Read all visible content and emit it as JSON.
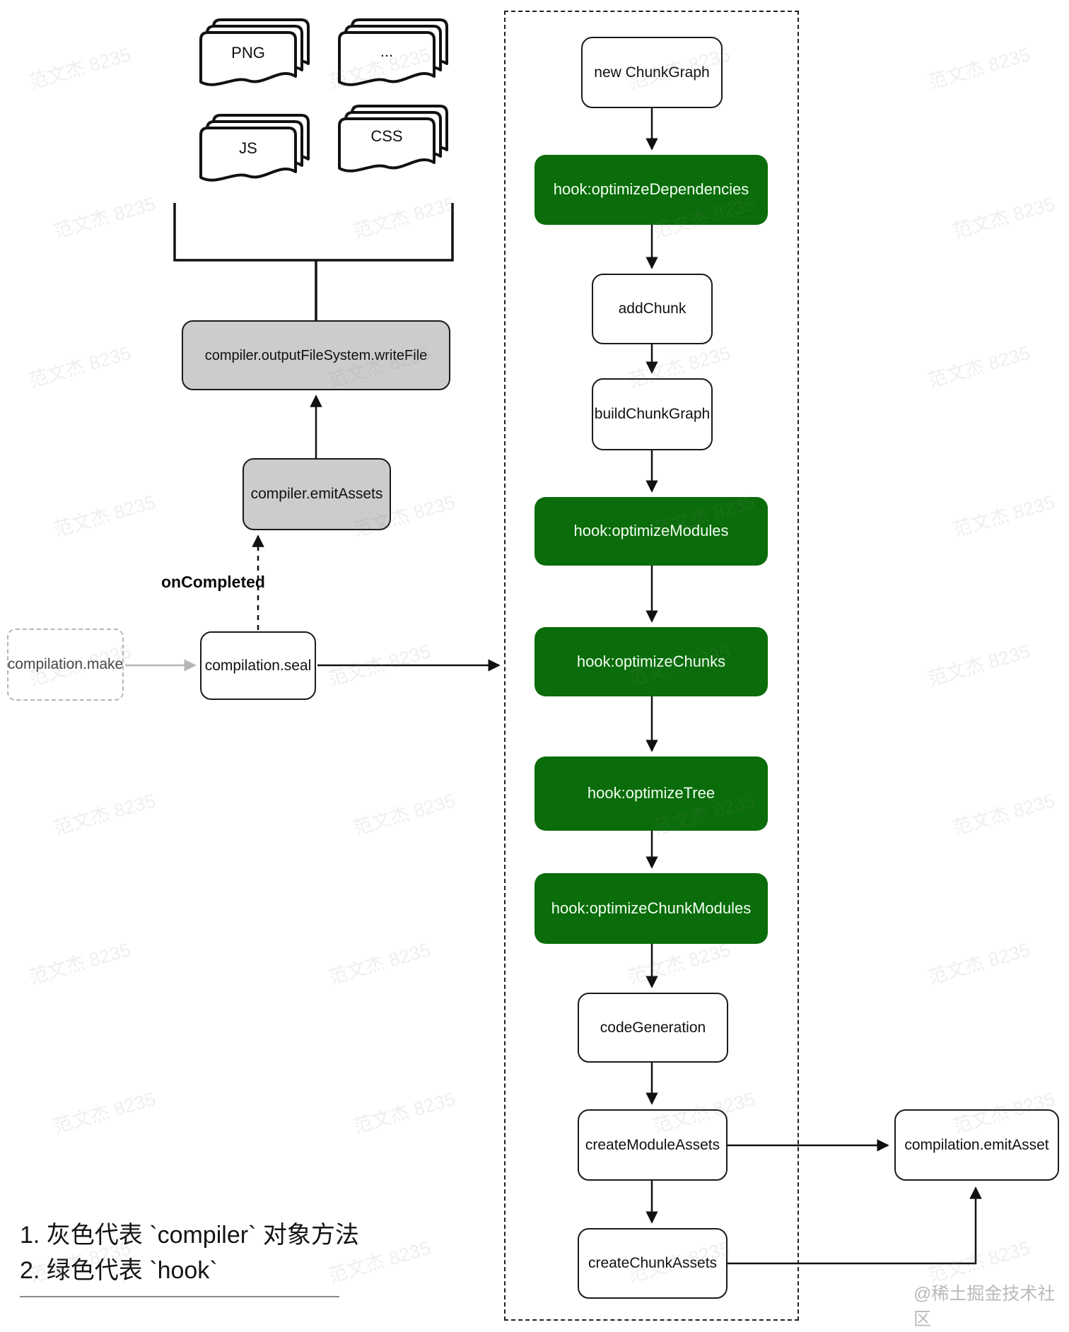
{
  "colors": {
    "hook_green": "#0a6c0a",
    "compiler_gray": "#cccccc",
    "line_black": "#1a1a1a",
    "muted_gray": "#b5b5b5"
  },
  "file_stacks": [
    {
      "label": "PNG"
    },
    {
      "label": "..."
    },
    {
      "label": "JS"
    },
    {
      "label": "CSS"
    }
  ],
  "compiler_flow": {
    "write_file": "compiler.outputFileSystem.writeFile",
    "emit_assets": "compiler.emitAssets",
    "on_completed_label": "onCompleted",
    "make": "compilation.make",
    "seal": "compilation.seal"
  },
  "pipeline": [
    {
      "label": "new ChunkGraph",
      "type": "plain"
    },
    {
      "label": "hook:optimizeDependencies",
      "type": "hook"
    },
    {
      "label": "addChunk",
      "type": "plain"
    },
    {
      "label": "buildChunkGraph",
      "type": "plain"
    },
    {
      "label": "hook:optimizeModules",
      "type": "hook"
    },
    {
      "label": "hook:optimizeChunks",
      "type": "hook"
    },
    {
      "label": "hook:optimizeTree",
      "type": "hook"
    },
    {
      "label": "hook:optimizeChunkModules",
      "type": "hook"
    },
    {
      "label": "codeGeneration",
      "type": "plain"
    },
    {
      "label": "createModuleAssets",
      "type": "plain"
    },
    {
      "label": "createChunkAssets",
      "type": "plain"
    }
  ],
  "emit_asset": {
    "label": "compilation.emitAsset"
  },
  "legend": {
    "item1": "1. 灰色代表 `compiler` 对象方法",
    "item2": "2. 绿色代表 `hook`"
  },
  "watermark": {
    "text": "范文杰 8235",
    "credit": "@稀土掘金技术社区"
  }
}
